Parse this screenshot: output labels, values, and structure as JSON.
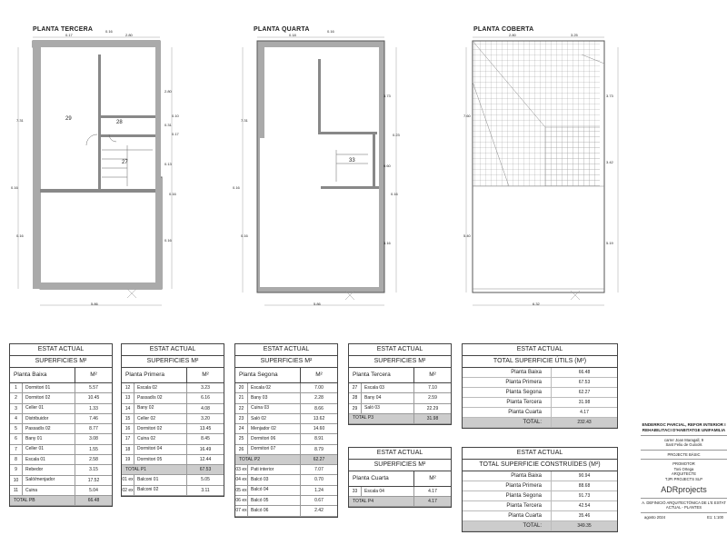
{
  "plans": [
    {
      "title": "PLANTA TERCERA",
      "rooms": [
        "29",
        "28",
        "27"
      ],
      "dims_top": [
        "0.17",
        "2.80",
        "0.16"
      ],
      "dims_right": [
        "2.80",
        "0.10",
        "0.31",
        "0.17",
        "0.13",
        "0.16",
        "0.16"
      ],
      "dims_left": [
        "7.31",
        "0.16",
        "0.16"
      ],
      "dim_bottom": "5.86"
    },
    {
      "title": "PLANTA QUARTA",
      "rooms": [
        "33"
      ],
      "dims_top": [
        "0.18",
        "0.16"
      ],
      "dims_right": [
        "3.73",
        "0.23",
        "0.60",
        "0.16",
        "3.16"
      ],
      "dims_left": [
        "7.31",
        "0.16",
        "0.16"
      ],
      "dim_bottom": "5.86"
    },
    {
      "title": "PLANTA COBERTA",
      "rooms": [],
      "dims_top": [
        "2.80",
        "3.25"
      ],
      "dims_right": [
        "3.73",
        "3.42",
        "5.19"
      ],
      "dims_left": [
        "7.60",
        "5.40"
      ],
      "dim_bottom": "6.32"
    }
  ],
  "tables": [
    {
      "header": "ESTAT ACTUAL",
      "subheader": "SUPERFICIES M²",
      "col_name": "Planta Baixa",
      "col_unit": "M²",
      "rows": [
        [
          "1",
          "Dormitori 01",
          "5.57"
        ],
        [
          "2",
          "Dormitori 02",
          "10.45"
        ],
        [
          "3",
          "Celler 01",
          "1.33"
        ],
        [
          "4",
          "Distribuidor",
          "7.46"
        ],
        [
          "5",
          "Passadís 02",
          "8.77"
        ],
        [
          "6",
          "Bany 01",
          "3.08"
        ],
        [
          "7",
          "Celler 01",
          "1.55"
        ],
        [
          "8",
          "Escala 01",
          "2.58"
        ],
        [
          "9",
          "Rebedor",
          "3.15"
        ],
        [
          "10",
          "Saló/menjador",
          "17.52"
        ],
        [
          "11",
          "Cuina",
          "5.04"
        ]
      ],
      "total_label": "TOTAL PB",
      "total_value": "66.48"
    },
    {
      "header": "ESTAT ACTUAL",
      "subheader": "SUPERFICIES M²",
      "col_name": "Planta Primera",
      "col_unit": "M²",
      "rows": [
        [
          "12",
          "Escala 02",
          "3.23"
        ],
        [
          "13",
          "Passadís 02",
          "6.16"
        ],
        [
          "14",
          "Bany 02",
          "4.08"
        ],
        [
          "15",
          "Celler 02",
          "3.20"
        ],
        [
          "16",
          "Dormitori 02",
          "13.45"
        ],
        [
          "17",
          "Cuina 02",
          "8.45"
        ],
        [
          "18",
          "Dormitori 04",
          "16.49"
        ],
        [
          "19",
          "Dormitori 05",
          "12.44"
        ]
      ],
      "total_label": "TOTAL P1",
      "total_value": "67.53",
      "extra_rows": [
        [
          "01 ex",
          "Balconi 01",
          "5.05"
        ],
        [
          "02 ex",
          "Balconi 02",
          "3.11"
        ]
      ]
    },
    {
      "header": "ESTAT ACTUAL",
      "subheader": "SUPERFICIES M²",
      "col_name": "Planta Segona",
      "col_unit": "M²",
      "rows": [
        [
          "20",
          "Escala 02",
          "7.00"
        ],
        [
          "21",
          "Bany 03",
          "2.28"
        ],
        [
          "22",
          "Cuina 03",
          "8.66"
        ],
        [
          "23",
          "Saló 02",
          "13.62"
        ],
        [
          "24",
          "Menjador 02",
          "14.60"
        ],
        [
          "25",
          "Dormitori 06",
          "8.91"
        ],
        [
          "26",
          "Dormitori 07",
          "8.79"
        ]
      ],
      "total_label": "TOTAL P2",
      "total_value": "62.27",
      "extra_rows": [
        [
          "03 ex",
          "Pati interior",
          "7.07"
        ],
        [
          "04 ex",
          "Balcó 03",
          "0.70"
        ],
        [
          "05 ex",
          "Balcó 04",
          "1.24"
        ],
        [
          "06 ex",
          "Balcó 05",
          "0.67"
        ],
        [
          "07 ex",
          "Balcó 06",
          "2.42"
        ]
      ]
    },
    {
      "header": "ESTAT ACTUAL",
      "subheader": "SUPERFICIES M²",
      "col_name": "Planta Tercera",
      "col_unit": "M²",
      "rows": [
        [
          "27",
          "Escala 03",
          "7.10"
        ],
        [
          "28",
          "Bany 04",
          "2.59"
        ],
        [
          "29",
          "Saló 03",
          "22.29"
        ]
      ],
      "total_label": "TOTAL P3",
      "total_value": "31.98"
    },
    {
      "header": "ESTAT ACTUAL",
      "subheader": "SUPERFICIES M²",
      "col_name": "Planta Cuarta",
      "col_unit": "M²",
      "rows": [
        [
          "33",
          "Escala 04",
          "4.17"
        ]
      ],
      "total_label": "TOTAL P4",
      "total_value": "4.17"
    }
  ],
  "summary_utils": {
    "header": "ESTAT ACTUAL",
    "subheader": "TOTAL SUPERFICIE ÚTILS (M²)",
    "rows": [
      [
        "Planta Baixa",
        "66.48"
      ],
      [
        "Planta Primera",
        "67.53"
      ],
      [
        "Planta Segona",
        "62.27"
      ],
      [
        "Planta Tercera",
        "31.98"
      ],
      [
        "Planta Cuarta",
        "4.17"
      ]
    ],
    "total_label": "TOTAL:",
    "total_value": "232.43"
  },
  "summary_built": {
    "header": "ESTAT ACTUAL",
    "subheader": "TOTAL SUPERFICIE CONSTRUÏDES (M²)",
    "rows": [
      [
        "Planta Baixa",
        "90.94"
      ],
      [
        "Planta Primera",
        "88.68"
      ],
      [
        "Planta Segona",
        "91.73"
      ],
      [
        "Planta Tercera",
        "42.54"
      ],
      [
        "Planta Cuarta",
        "35.46"
      ]
    ],
    "total_label": "TOTAL:",
    "total_value": "349.35"
  },
  "title_block": {
    "project": "ENDERROC PARCIAL, REFOR INTERIOR I REHABILITACI D'HABITATGE UNIFAMILIA",
    "address": "carrer Joan Maragall, 9",
    "city": "Sant Feliu de Guíxols",
    "phase": "PROJECTE BÀSIC",
    "promoter_label": "PROMOTOR",
    "promoter": "Toni Ortega",
    "architects_label": "ARQUITECTE",
    "architects": "TJPI PROJECTS SLP",
    "brand": "ADRprojects",
    "sheet": "A. DEFINICIÓ ARQUITECTÒNICA DE L'E ESTAT ACTUAL - PLANTES",
    "date": "agosto 2024",
    "scale": "E1: 1:100"
  }
}
